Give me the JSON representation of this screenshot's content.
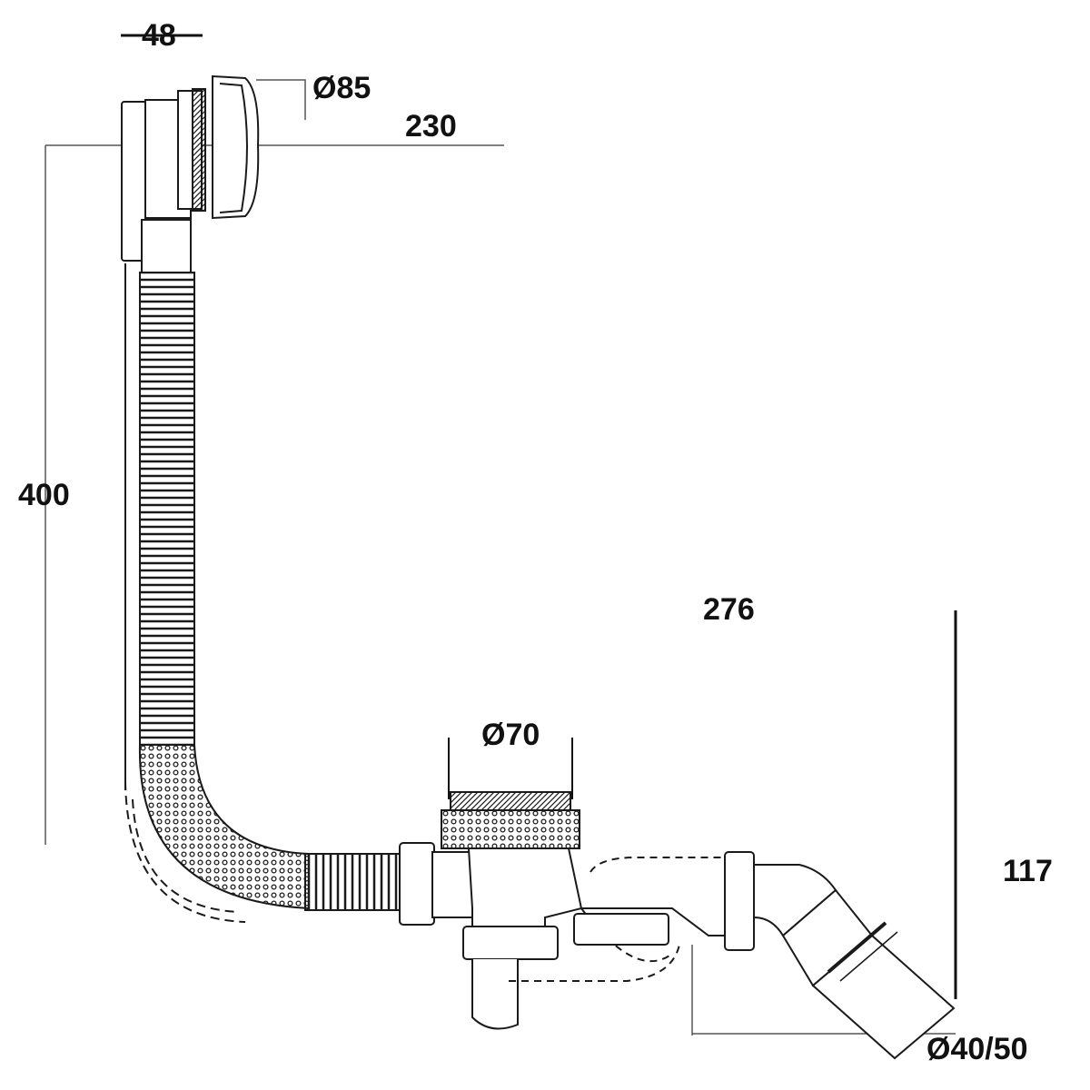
{
  "diagram": {
    "type": "technical-drawing",
    "subject": "bath waste and overflow assembly",
    "colors": {
      "line": "#1a1a1a",
      "dim_line": "#555555",
      "fill": "#ffffff",
      "shade": "#888888"
    }
  },
  "dimensions": {
    "overflow_offset": "48",
    "overflow_diameter": "Ø85",
    "overflow_height": "230",
    "hose_length": "400",
    "waste_reach": "276",
    "waste_diameter": "Ø70",
    "outlet_height": "117",
    "outlet_diameter": "Ø40/50"
  }
}
